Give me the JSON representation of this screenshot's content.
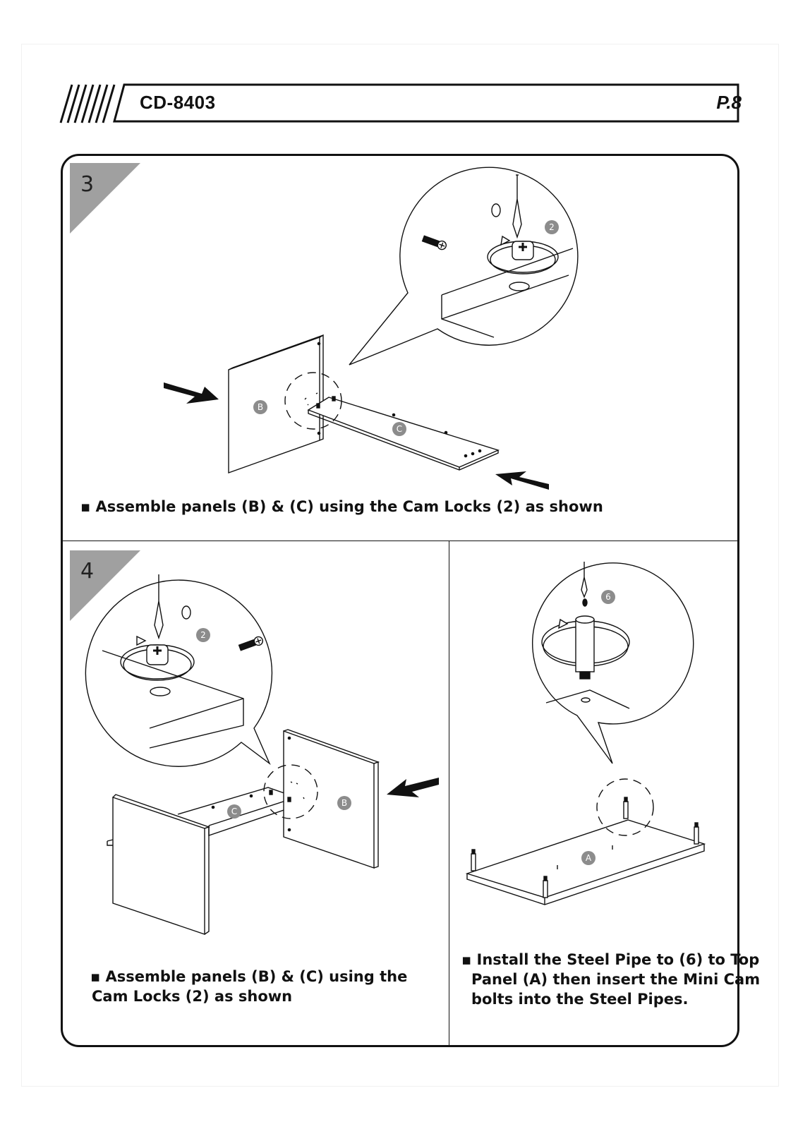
{
  "header": {
    "model": "CD-8403",
    "page": "P.8"
  },
  "step3": {
    "number": "3",
    "instruction": "▪ Assemble panels (B) & (C) using the Cam Locks (2) as shown",
    "labels": {
      "panel_b": "B",
      "panel_c": "C",
      "cam_lock": "2"
    }
  },
  "step4": {
    "number": "4",
    "instruction_line1": "▪ Assemble panels (B) & (C) using the",
    "instruction_line2": "Cam Locks (2) as shown",
    "labels": {
      "panel_b": "B",
      "panel_c": "C",
      "cam_lock": "2"
    }
  },
  "step5": {
    "instruction_line1": "▪ Install the Steel Pipe to (6) to Top",
    "instruction_line2": "Panel (A) then insert the Mini Cam",
    "instruction_line3": "bolts into the Steel Pipes.",
    "labels": {
      "panel_a": "A",
      "pipe": "6"
    }
  },
  "colors": {
    "line": "#111111",
    "badge": "#8c8c8c",
    "step_triangle": "#a0a0a0"
  }
}
